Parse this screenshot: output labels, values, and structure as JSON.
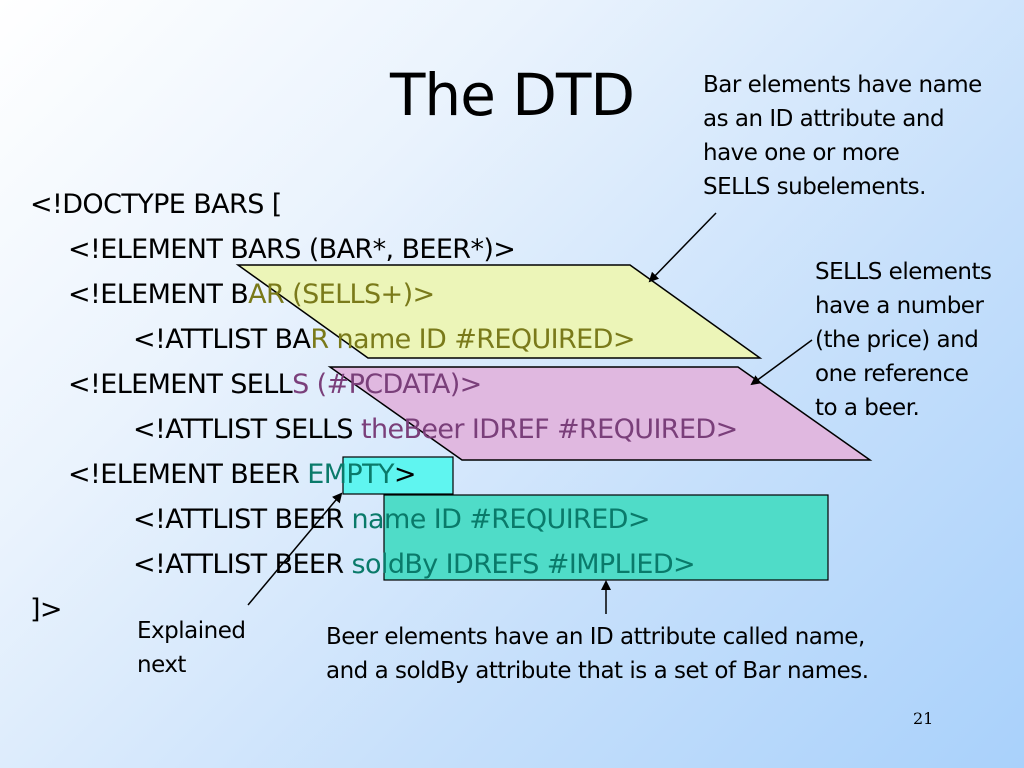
{
  "slide": {
    "title": "The DTD",
    "page_number": "21"
  },
  "code_lines": {
    "l1": "<!DOCTYPE BARS [",
    "l2": "<!ELEMENT BARS (BAR*, BEER*)>",
    "l3a": "<!ELEMENT B",
    "l3b": "AR (SELLS+)>",
    "l4a": "<!ATTLIST BA",
    "l4b": "R name ID #REQUIRED>",
    "l5a": "<!ELEMENT SELL",
    "l5b": "S (#PCDATA)>",
    "l6a": "<!ATTLIST SELLS",
    "l6b": " theBeer IDREF #REQUIRED>",
    "l7a": "<!ELEMENT BEER ",
    "l7b": "EMPTY",
    "l7c": ">",
    "l8a": "<!ATTLIST BEER ",
    "l8b": "name ID #REQUIRED>",
    "l9a": "<!ATTLIST BEER ",
    "l9b": "soldBy IDREFS #IMPLIED>",
    "l10": "]>"
  },
  "notes": {
    "bar": [
      "Bar elements have name",
      "as an ID attribute and",
      "have one or more",
      "SELLS subelements."
    ],
    "sells": [
      "SELLS elements",
      "have a number",
      "(the price) and",
      "one reference",
      "to a beer."
    ],
    "explained": [
      "Explained",
      "next"
    ],
    "beer": [
      "Beer elements have an ID attribute called name,",
      "and a soldBy attribute that is a set of Bar names."
    ]
  },
  "colors": {
    "bar_highlight": "#ecf5b8",
    "sells_highlight": "#e0b8e0",
    "empty_highlight": "#5ff5f0",
    "beer_highlight": "#4fdcc8"
  }
}
